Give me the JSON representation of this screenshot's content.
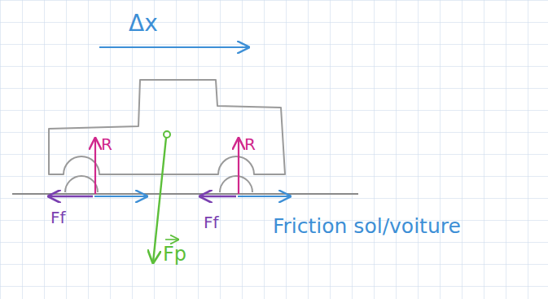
{
  "diagram": {
    "labels": [
      "Δx",
      "R",
      "R",
      "Ff",
      "Ff",
      "Fp",
      "Friction sol/voiture"
    ]
  }
}
